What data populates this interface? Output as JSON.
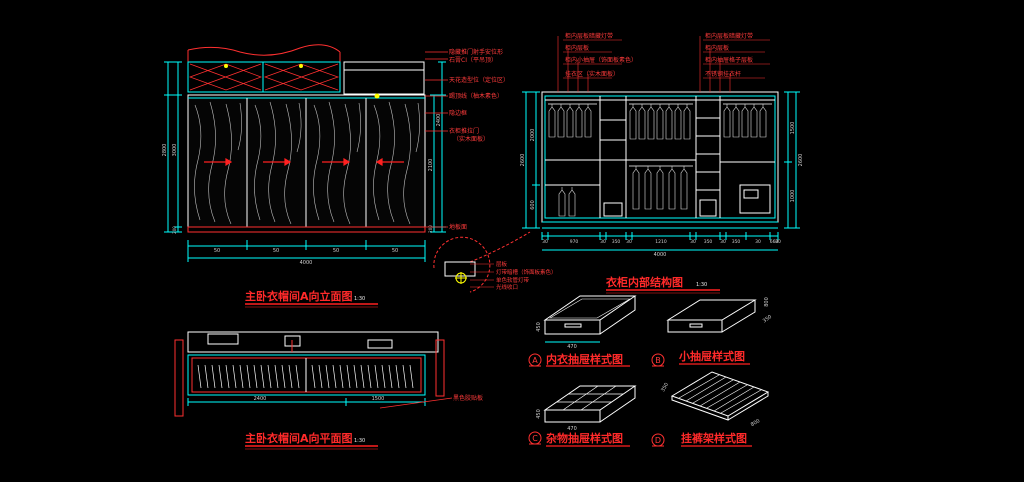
{
  "colors": {
    "bg": "#000000",
    "cyan": "#00ffff",
    "red": "#ff2020",
    "white": "#ffffff",
    "green": "#00ff00",
    "yellow": "#ffff00",
    "magenta": "#ff40ff"
  },
  "elevation": {
    "title": "主卧衣帽间A向立面图",
    "scale": "1:30",
    "callouts": [
      "隐藏推门射手安位形",
      "石膏CI（平吊顶）",
      "天花造型位（定位区）",
      "踢顶线（柚木素色）",
      "隐边框",
      "衣柜推拉门",
      "（实木面板）",
      "地板面"
    ],
    "dims_bottom": [
      "50",
      "50",
      "50",
      "50"
    ],
    "dim_total": "4000",
    "dims_left": [
      "2800",
      "3000",
      "200"
    ],
    "dims_right": [
      "2400",
      "2100",
      "200"
    ]
  },
  "plan": {
    "title": "主卧衣帽间A向平面图",
    "scale": "1:30",
    "dims": [
      "2400",
      "1500"
    ],
    "note": "黑色胶贴板"
  },
  "detail": {
    "labels": [
      "层板",
      "灯带暗槽（饰面板素色）",
      "单色软管灯带",
      "光线收口"
    ]
  },
  "structure": {
    "title": "衣柜内部结构图",
    "scale": "1:30",
    "labels_left": [
      "柜内层板暗藏灯带",
      "柜内层板",
      "柜内小抽屉（饰面板素色）",
      "挂衣区（实木面板）"
    ],
    "labels_right": [
      "柜内层板暗藏灯带",
      "柜内层板",
      "柜内抽屉格子层板",
      "不锈钢挂衣杆"
    ],
    "dims_bottom": [
      "30",
      "970",
      "30",
      "350",
      "30",
      "1210",
      "30",
      "350",
      "30",
      "350",
      "30",
      "660",
      "30"
    ],
    "dim_total": "4000",
    "dims_left": [
      "2600",
      "2000",
      "600"
    ],
    "dims_right": [
      "2600",
      "1500",
      "1000"
    ]
  },
  "drawers": [
    {
      "letter": "A",
      "title": "内衣抽屉样式图",
      "dims": [
        "450",
        "470"
      ]
    },
    {
      "letter": "B",
      "title": "小抽屉样式图",
      "dims": [
        "350",
        "800"
      ]
    },
    {
      "letter": "C",
      "title": "杂物抽屉样式图",
      "dims": [
        "450",
        "470"
      ]
    },
    {
      "letter": "D",
      "title": "挂裤架样式图",
      "dims": [
        "350",
        "800"
      ]
    }
  ]
}
